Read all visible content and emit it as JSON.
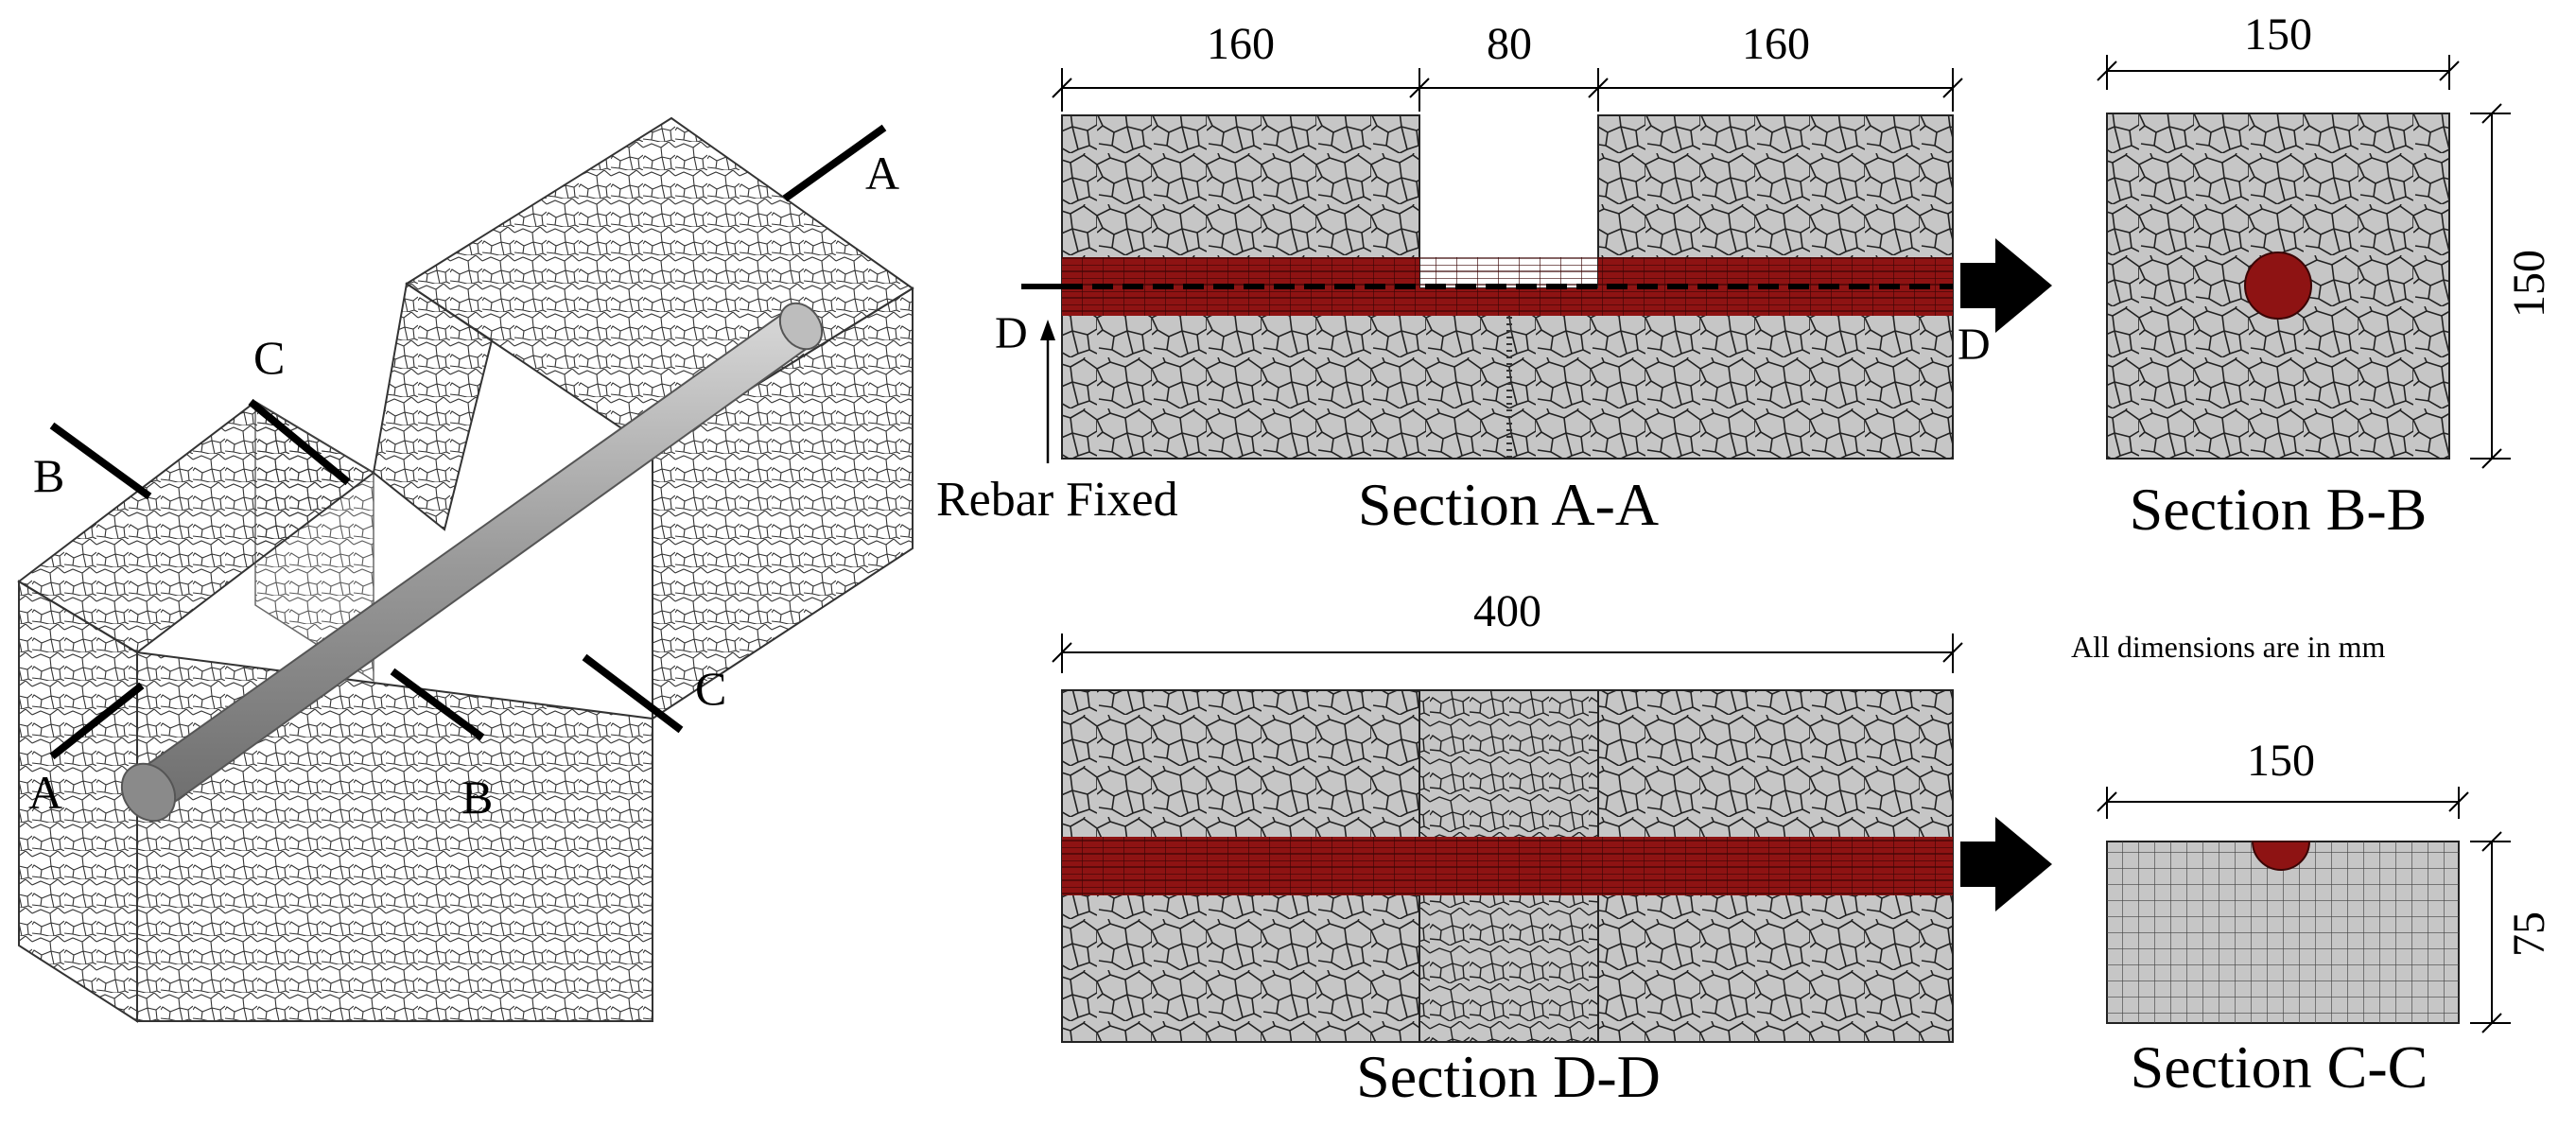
{
  "isometric": {
    "cut_labels": {
      "a_top": "A",
      "a_bottom": "A",
      "b_left": "B",
      "b_bottom": "B",
      "c_top": "C",
      "c_right": "C"
    }
  },
  "section_aa": {
    "title": "Section A-A",
    "dims": {
      "left": "160",
      "middle": "80",
      "right": "160"
    },
    "cut_left": "D",
    "cut_right": "D",
    "fixed_label": "Rebar Fixed"
  },
  "section_bb": {
    "title": "Section B-B",
    "dims": {
      "width": "150",
      "height": "150"
    }
  },
  "section_dd": {
    "title": "Section D-D",
    "dims": {
      "length": "400"
    }
  },
  "section_cc": {
    "title": "Section C-C",
    "dims": {
      "width": "150",
      "height": "75"
    }
  },
  "note": "All dimensions are in mm",
  "colors": {
    "concrete": "#c6c6c6",
    "rebar": "#8e1313",
    "mesh": "#2e2e2e",
    "rebar_mesh": "#3a0505"
  }
}
